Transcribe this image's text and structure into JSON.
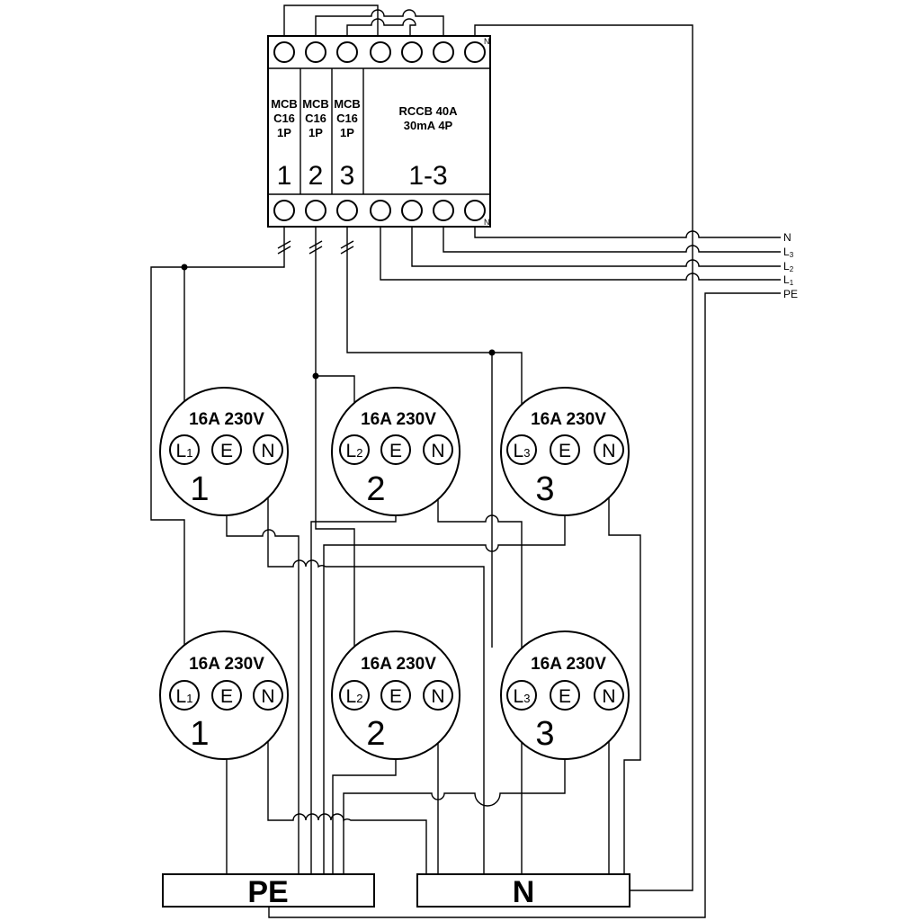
{
  "panel": {
    "mcb": [
      {
        "type": "MCB",
        "rating": "C16",
        "poles": "1P",
        "number": "1"
      },
      {
        "type": "MCB",
        "rating": "C16",
        "poles": "1P",
        "number": "2"
      },
      {
        "type": "MCB",
        "rating": "C16",
        "poles": "1P",
        "number": "3"
      }
    ],
    "rccb": {
      "line1": "RCCB 40A",
      "line2": "30mA 4P",
      "number": "1-3"
    },
    "n_mark": "N"
  },
  "supply": {
    "n": "N",
    "l3": "L",
    "l3_sub": "3",
    "l2": "L",
    "l2_sub": "2",
    "l1": "L",
    "l1_sub": "1",
    "pe": "PE"
  },
  "sockets": [
    {
      "rating": "16A  230V",
      "line": "L",
      "line_sub": "1",
      "earth": "E",
      "neutral": "N",
      "circuit": "1"
    },
    {
      "rating": "16A  230V",
      "line": "L",
      "line_sub": "2",
      "earth": "E",
      "neutral": "N",
      "circuit": "2"
    },
    {
      "rating": "16A  230V",
      "line": "L",
      "line_sub": "3",
      "earth": "E",
      "neutral": "N",
      "circuit": "3"
    },
    {
      "rating": "16A  230V",
      "line": "L",
      "line_sub": "1",
      "earth": "E",
      "neutral": "N",
      "circuit": "1"
    },
    {
      "rating": "16A  230V",
      "line": "L",
      "line_sub": "2",
      "earth": "E",
      "neutral": "N",
      "circuit": "2"
    },
    {
      "rating": "16A  230V",
      "line": "L",
      "line_sub": "3",
      "earth": "E",
      "neutral": "N",
      "circuit": "3"
    }
  ],
  "bars": {
    "pe": "PE",
    "n": "N"
  }
}
